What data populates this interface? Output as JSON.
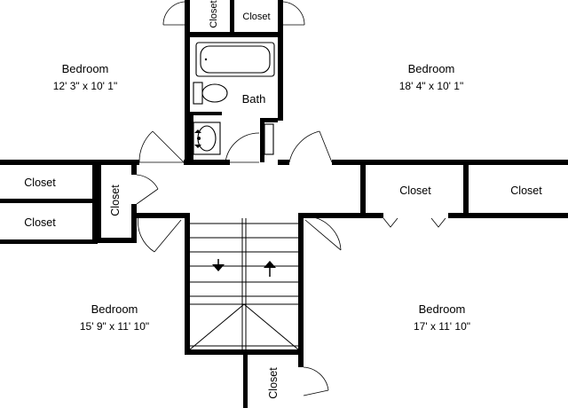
{
  "rooms": {
    "bedroom_nw": {
      "name": "Bedroom",
      "dims": "12' 3\" x 10' 1\""
    },
    "bedroom_ne": {
      "name": "Bedroom",
      "dims": "18' 4\" x 10' 1\""
    },
    "bedroom_sw": {
      "name": "Bedroom",
      "dims": "15' 9\" x 11' 10\""
    },
    "bedroom_se": {
      "name": "Bedroom",
      "dims": "17' x 11' 10\""
    },
    "bath": {
      "name": "Bath"
    }
  },
  "closets": {
    "top_left": "Closet",
    "top_right": "Closet",
    "west_upper": "Closet",
    "west_lower": "Closet",
    "hall_west": "Closet",
    "east_center": "Closet",
    "east_far": "Closet",
    "south": "Closet"
  },
  "stairs": {
    "down_icon": "arrow-down-icon",
    "up_icon": "arrow-up-icon"
  },
  "colors": {
    "wall": "#000000",
    "background": "#ffffff"
  }
}
